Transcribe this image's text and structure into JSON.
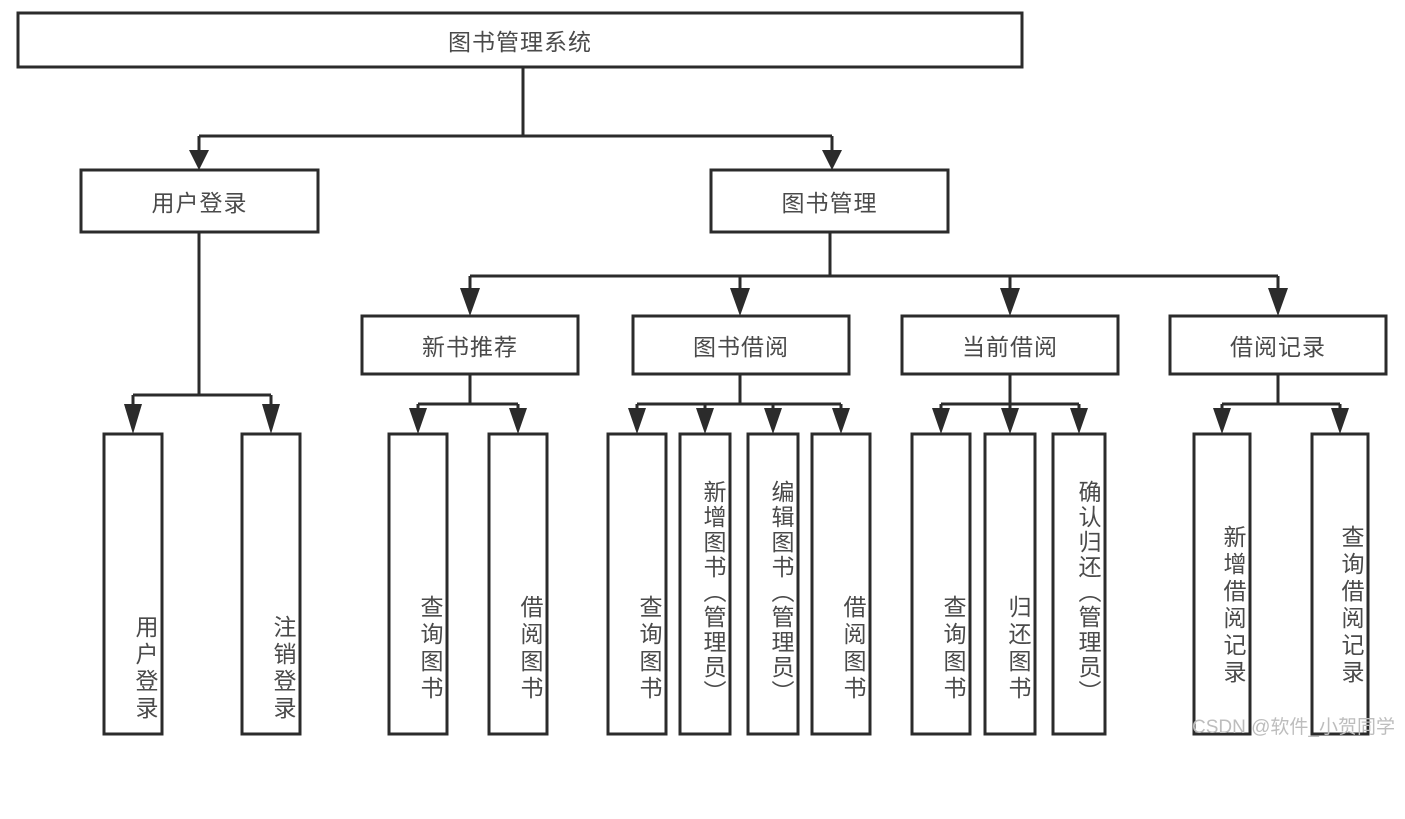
{
  "diagram": {
    "type": "tree-hierarchy",
    "title": "图书管理系统",
    "watermark": "CSDN @软件_小贺同学",
    "colors": {
      "box_fill": "#ffffff",
      "box_stroke": "#2b2b2b",
      "text": "#4a4a4a",
      "watermark": "#bdbdbd",
      "background": "#ffffff"
    },
    "levels": {
      "root": {
        "label": "图书管理系统"
      },
      "level1": [
        {
          "label": "用户登录"
        },
        {
          "label": "图书管理"
        }
      ],
      "level2": [
        {
          "label": "新书推荐"
        },
        {
          "label": "图书借阅"
        },
        {
          "label": "当前借阅"
        },
        {
          "label": "借阅记录"
        }
      ],
      "leaves": {
        "user_login": [
          {
            "label": "用户登录"
          },
          {
            "label": "注销登录"
          }
        ],
        "new_book_recommend": [
          {
            "label": "查询图书"
          },
          {
            "label": "借阅图书"
          }
        ],
        "book_borrow": [
          {
            "label": "查询图书"
          },
          {
            "label": "新增图书（管理员）"
          },
          {
            "label": "编辑图书（管理员）"
          },
          {
            "label": "借阅图书"
          }
        ],
        "current_borrow": [
          {
            "label": "查询图书"
          },
          {
            "label": "归还图书"
          },
          {
            "label": "确认归还（管理员）"
          }
        ],
        "borrow_record": [
          {
            "label": "新增借阅记录"
          },
          {
            "label": "查询借阅记录"
          }
        ]
      }
    }
  }
}
